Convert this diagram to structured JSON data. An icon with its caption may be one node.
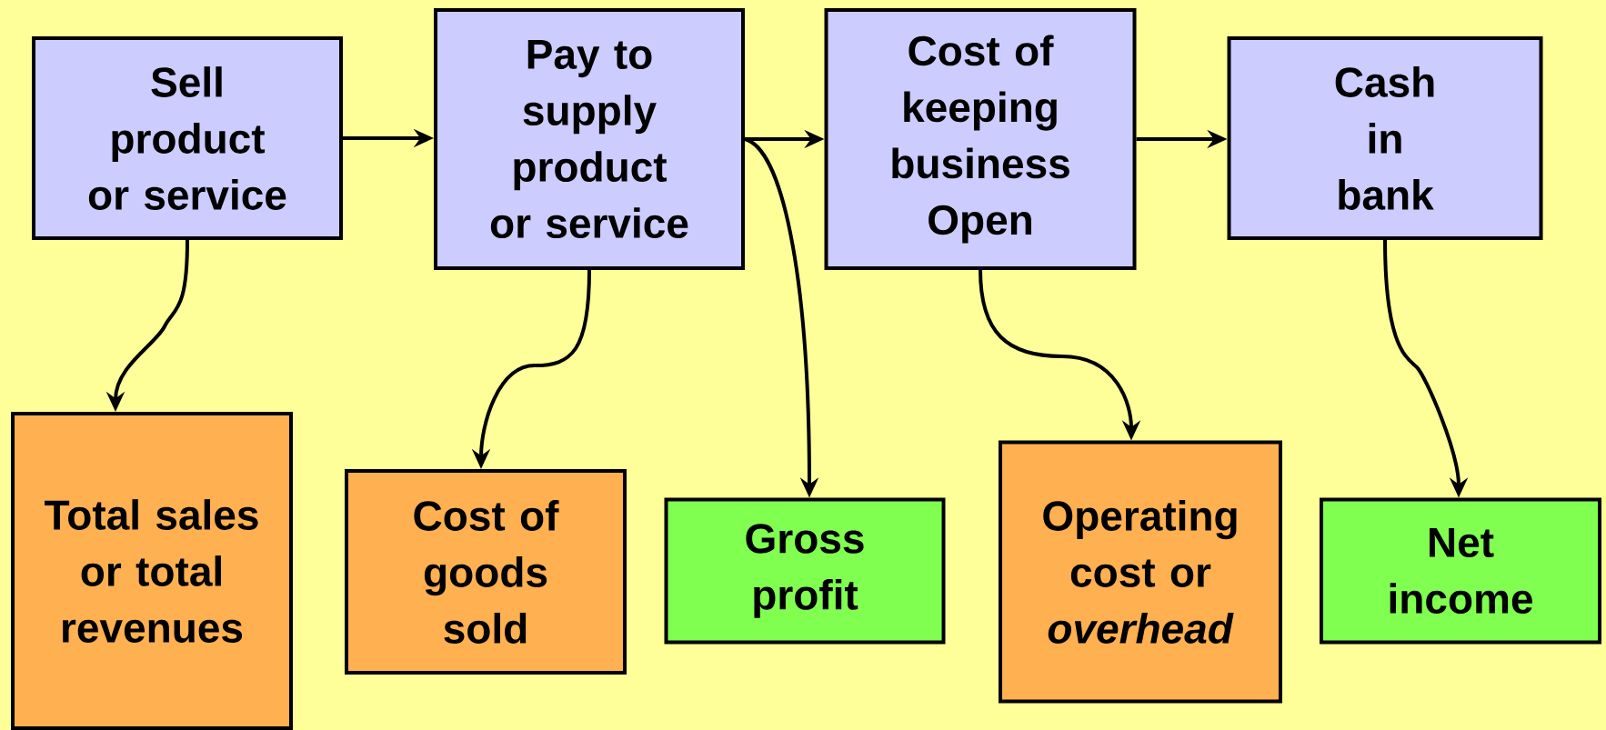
{
  "diagram": {
    "nodes": [
      {
        "text": [
          "Sell product or service"
        ]
      },
      {
        "text": [
          "Pay to supply product or service"
        ]
      },
      {
        "text": [
          "Cost of keeping business Open"
        ]
      },
      {
        "text": [
          "Cash in bank"
        ]
      },
      {
        "text": [
          "Total sales or total revenues"
        ]
      },
      {
        "text": [
          "Cost of goods sold"
        ]
      },
      {
        "text": [
          "Gross profit"
        ]
      },
      {
        "text": [
          "Operating cost or *overhead*"
        ]
      },
      {
        "text": [
          "Net income"
        ]
      }
    ],
    "edges": [
      {
        "from": 0,
        "to": 1,
        "arrow": "to"
      },
      {
        "from": 1,
        "to": 2,
        "arrow": "to"
      },
      {
        "from": 2,
        "to": 3,
        "arrow": "to"
      },
      {
        "from": 0,
        "to": 4,
        "arrow": "to"
      },
      {
        "from": 1,
        "to": 5,
        "arrow": "to"
      },
      {
        "from": 1,
        "to": 6,
        "arrow": "to"
      },
      {
        "from": 2,
        "to": 7,
        "arrow": "to"
      },
      {
        "from": 3,
        "to": 8,
        "arrow": "to"
      }
    ]
  }
}
